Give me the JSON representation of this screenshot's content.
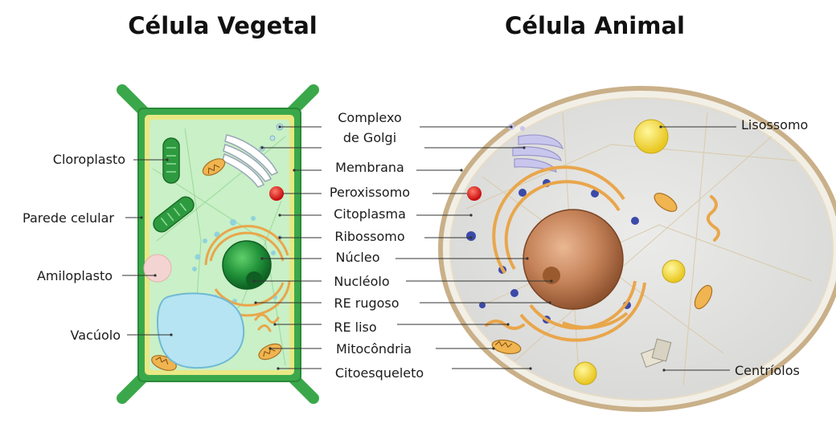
{
  "titles": {
    "plant": "Célula Vegetal",
    "animal": "Célula Animal"
  },
  "labels": {
    "cloroplasto": "Cloroplasto",
    "parede_celular": "Parede celular",
    "amiloplasto": "Amiloplasto",
    "vacuolo": "Vacúolo",
    "complexo_golgi_1": "Complexo",
    "complexo_golgi_2": "de Golgi",
    "membrana": "Membrana",
    "peroxissomo": "Peroxissomo",
    "citoplasma": "Citoplasma",
    "ribossomo": "Ribossomo",
    "nucleo": "Núcleo",
    "nucleolo": "Nucléolo",
    "re_rugoso": "RE rugoso",
    "re_liso": "RE liso",
    "mitocondria": "Mitocôndria",
    "citoesqueleto": "Citoesqueleto",
    "lisossomo": "Lisossomo",
    "centriolos": "Centríolos"
  },
  "colors": {
    "plant_wall": "#3aa84a",
    "plant_wall_dark": "#2a8a36",
    "plant_membrane": "#e8e884",
    "plant_cytoplasm": "#c9f0c6",
    "animal_border": "#c9b089",
    "animal_cytoplasm": "#e2e2e0",
    "nucleus_plant": "#1c8a36",
    "nucleus_animal": "#c2865a",
    "er": "#e9a64b",
    "ribosome": "#3b4aa8",
    "peroxisome": "#e02020",
    "lysosome": "#f5dc37",
    "golgi": "#c9c6ee",
    "vacuole": "#b6e4f2",
    "amyloplast": "#f4d4d2",
    "leader_line": "#333333"
  }
}
